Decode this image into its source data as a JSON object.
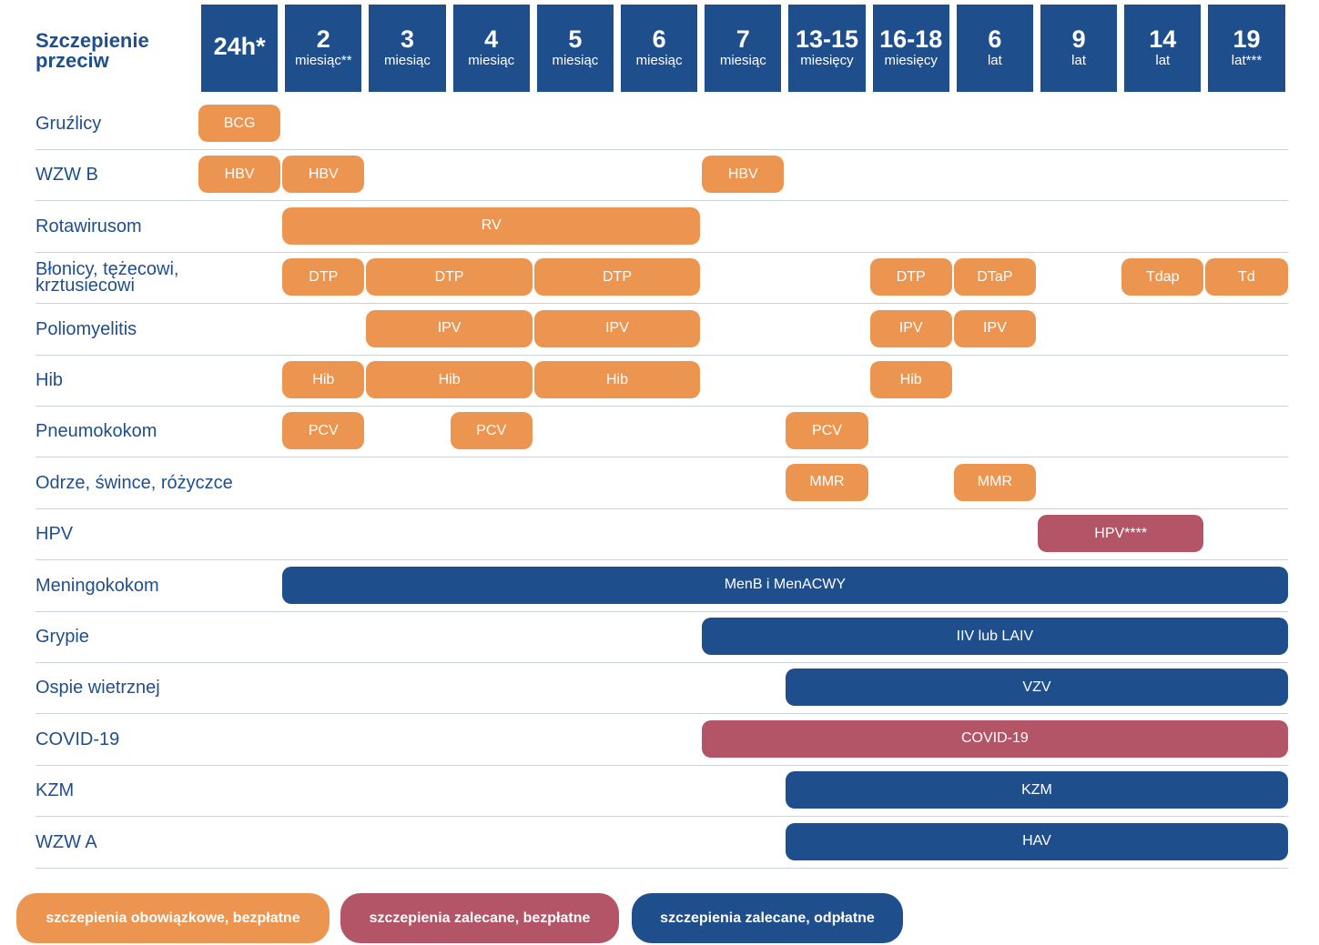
{
  "title": "Szczepienie przeciw",
  "colors": {
    "mandatory": "#ec9550",
    "recommended_free": "#b35567",
    "recommended_paid": "#1f4e8c",
    "header": "#1f4e8c",
    "label": "#1f4e8c"
  },
  "columns": [
    {
      "value": "24h*",
      "unit": ""
    },
    {
      "value": "2",
      "unit": "miesiąc**"
    },
    {
      "value": "3",
      "unit": "miesiąc"
    },
    {
      "value": "4",
      "unit": "miesiąc"
    },
    {
      "value": "5",
      "unit": "miesiąc"
    },
    {
      "value": "6",
      "unit": "miesiąc"
    },
    {
      "value": "7",
      "unit": "miesiąc"
    },
    {
      "value": "13-15",
      "unit": "miesięcy"
    },
    {
      "value": "16-18",
      "unit": "miesięcy"
    },
    {
      "value": "6",
      "unit": "lat"
    },
    {
      "value": "9",
      "unit": "lat"
    },
    {
      "value": "14",
      "unit": "lat"
    },
    {
      "value": "19",
      "unit": "lat***"
    }
  ],
  "rows": [
    {
      "label": "Gruźlicy"
    },
    {
      "label": "WZW B"
    },
    {
      "label": "Rotawirusom"
    },
    {
      "label": "Błonicy, tężecowi, krztusiecowi"
    },
    {
      "label": "Poliomyelitis"
    },
    {
      "label": "Hib"
    },
    {
      "label": "Pneumokokom"
    },
    {
      "label": "Odrze, śwince, różyczce"
    },
    {
      "label": "HPV"
    },
    {
      "label": "Meningokokom"
    },
    {
      "label": "Grypie"
    },
    {
      "label": "Ospie wietrznej"
    },
    {
      "label": "COVID-19"
    },
    {
      "label": "KZM"
    },
    {
      "label": "WZW A"
    }
  ],
  "chart_data": {
    "type": "table",
    "title": "Szczepienie przeciw",
    "categories": [
      "24h*",
      "2 miesiąc**",
      "3 miesiąc",
      "4 miesiąc",
      "5 miesiąc",
      "6 miesiąc",
      "7 miesiąc",
      "13-15 miesięcy",
      "16-18 miesięcy",
      "6 lat",
      "9 lat",
      "14 lat",
      "19 lat***"
    ],
    "doses": [
      {
        "row": 0,
        "text": "BCG",
        "from": "24h*",
        "to": "24h*",
        "category": "mandatory"
      },
      {
        "row": 1,
        "text": "HBV",
        "from": "24h*",
        "to": "24h*",
        "category": "mandatory"
      },
      {
        "row": 1,
        "text": "HBV",
        "from": "2 miesiąc**",
        "to": "2 miesiąc**",
        "category": "mandatory"
      },
      {
        "row": 1,
        "text": "HBV",
        "from": "7 miesiąc",
        "to": "7 miesiąc",
        "category": "mandatory"
      },
      {
        "row": 2,
        "text": "RV",
        "from": "2 miesiąc**",
        "to": "6 miesiąc",
        "category": "mandatory"
      },
      {
        "row": 3,
        "text": "DTP",
        "from": "2 miesiąc**",
        "to": "2 miesiąc**",
        "category": "mandatory"
      },
      {
        "row": 3,
        "text": "DTP",
        "from": "3 miesiąc",
        "to": "4 miesiąc",
        "category": "mandatory"
      },
      {
        "row": 3,
        "text": "DTP",
        "from": "5 miesiąc",
        "to": "6 miesiąc",
        "category": "mandatory"
      },
      {
        "row": 3,
        "text": "DTP",
        "from": "16-18 miesięcy",
        "to": "16-18 miesięcy",
        "category": "mandatory"
      },
      {
        "row": 3,
        "text": "DTaP",
        "from": "6 lat",
        "to": "6 lat",
        "category": "mandatory"
      },
      {
        "row": 3,
        "text": "Tdap",
        "from": "14 lat",
        "to": "14 lat",
        "category": "mandatory"
      },
      {
        "row": 3,
        "text": "Td",
        "from": "19 lat***",
        "to": "19 lat***",
        "category": "mandatory"
      },
      {
        "row": 4,
        "text": "IPV",
        "from": "3 miesiąc",
        "to": "4 miesiąc",
        "category": "mandatory"
      },
      {
        "row": 4,
        "text": "IPV",
        "from": "5 miesiąc",
        "to": "6 miesiąc",
        "category": "mandatory"
      },
      {
        "row": 4,
        "text": "IPV",
        "from": "16-18 miesięcy",
        "to": "16-18 miesięcy",
        "category": "mandatory"
      },
      {
        "row": 4,
        "text": "IPV",
        "from": "6 lat",
        "to": "6 lat",
        "category": "mandatory"
      },
      {
        "row": 5,
        "text": "Hib",
        "from": "2 miesiąc**",
        "to": "2 miesiąc**",
        "category": "mandatory"
      },
      {
        "row": 5,
        "text": "Hib",
        "from": "3 miesiąc",
        "to": "4 miesiąc",
        "category": "mandatory"
      },
      {
        "row": 5,
        "text": "Hib",
        "from": "5 miesiąc",
        "to": "6 miesiąc",
        "category": "mandatory"
      },
      {
        "row": 5,
        "text": "Hib",
        "from": "16-18 miesięcy",
        "to": "16-18 miesięcy",
        "category": "mandatory"
      },
      {
        "row": 6,
        "text": "PCV",
        "from": "2 miesiąc**",
        "to": "2 miesiąc**",
        "category": "mandatory"
      },
      {
        "row": 6,
        "text": "PCV",
        "from": "4 miesiąc",
        "to": "4 miesiąc",
        "category": "mandatory"
      },
      {
        "row": 6,
        "text": "PCV",
        "from": "13-15 miesięcy",
        "to": "13-15 miesięcy",
        "category": "mandatory"
      },
      {
        "row": 7,
        "text": "MMR",
        "from": "13-15 miesięcy",
        "to": "13-15 miesięcy",
        "category": "mandatory"
      },
      {
        "row": 7,
        "text": "MMR",
        "from": "6 lat",
        "to": "6 lat",
        "category": "mandatory"
      },
      {
        "row": 8,
        "text": "HPV****",
        "from": "9 lat",
        "to": "14 lat",
        "category": "recommended_free"
      },
      {
        "row": 9,
        "text": "MenB i MenACWY",
        "from": "2 miesiąc**",
        "to": "19 lat***",
        "category": "recommended_paid"
      },
      {
        "row": 10,
        "text": "IIV lub LAIV",
        "from": "7 miesiąc",
        "to": "19 lat***",
        "category": "recommended_paid"
      },
      {
        "row": 11,
        "text": "VZV",
        "from": "13-15 miesięcy",
        "to": "19 lat***",
        "category": "recommended_paid"
      },
      {
        "row": 12,
        "text": "COVID-19",
        "from": "7 miesiąc",
        "to": "19 lat***",
        "category": "recommended_free"
      },
      {
        "row": 13,
        "text": "KZM",
        "from": "13-15 miesięcy",
        "to": "19 lat***",
        "category": "recommended_paid"
      },
      {
        "row": 14,
        "text": "HAV",
        "from": "13-15 miesięcy",
        "to": "19 lat***",
        "category": "recommended_paid"
      }
    ]
  },
  "legend": [
    {
      "label": "szczepienia obowiązkowe, bezpłatne",
      "category": "mandatory"
    },
    {
      "label": "szczepienia zalecane, bezpłatne",
      "category": "recommended_free"
    },
    {
      "label": "szczepienia zalecane, odpłatne",
      "category": "recommended_paid"
    }
  ]
}
